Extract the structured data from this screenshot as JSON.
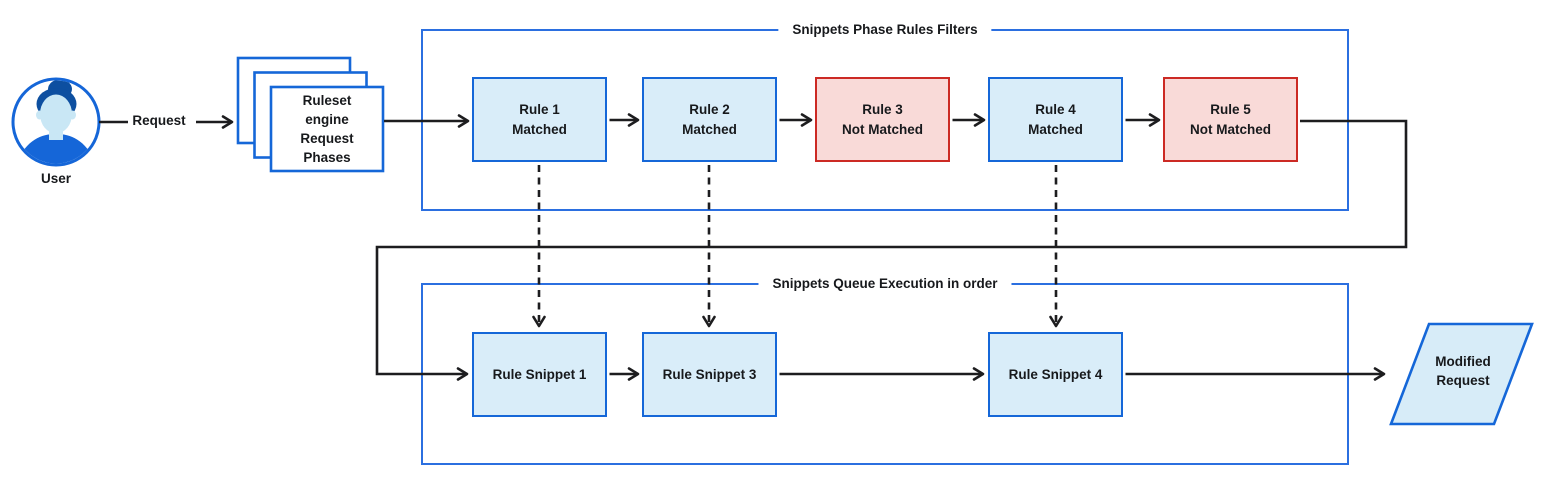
{
  "colors": {
    "box_blue_fill": "#d9edf9",
    "box_blue_border": "#1567d8",
    "box_red_fill": "#f9dad8",
    "box_red_border": "#cc2a24",
    "group_border": "#2b6fe0",
    "connector_black": "#1d1d1f",
    "avatar_dark_blue": "#0d4fa0",
    "avatar_skin_blue": "#c9e7f5",
    "avatar_shirt_blue": "#1566d8",
    "text_color": "#17191c"
  },
  "actors": {
    "user": {
      "label": "User",
      "icon": "person-avatar"
    },
    "request_label": "Request",
    "ruleset_stack": {
      "text": "Ruleset\nengine\nRequest\nPhases",
      "icon": "document-stack"
    }
  },
  "groups": {
    "phase_filters": {
      "title": "Snippets Phase Rules Filters",
      "rules": [
        {
          "text": "Rule 1\nMatched",
          "status": "matched"
        },
        {
          "text": "Rule 2\nMatched",
          "status": "matched"
        },
        {
          "text": "Rule 3\nNot Matched",
          "status": "not-matched"
        },
        {
          "text": "Rule 4\nMatched",
          "status": "matched"
        },
        {
          "text": "Rule 5\nNot Matched",
          "status": "not-matched"
        }
      ]
    },
    "queue_execution": {
      "title": "Snippets Queue Execution in order",
      "snippets": [
        {
          "text": "Rule Snippet 1"
        },
        {
          "text": "Rule Snippet 3"
        },
        {
          "text": "Rule Snippet 4"
        }
      ]
    }
  },
  "output": {
    "modified_request": {
      "text": "Modified\nRequest",
      "shape": "parallelogram"
    }
  }
}
